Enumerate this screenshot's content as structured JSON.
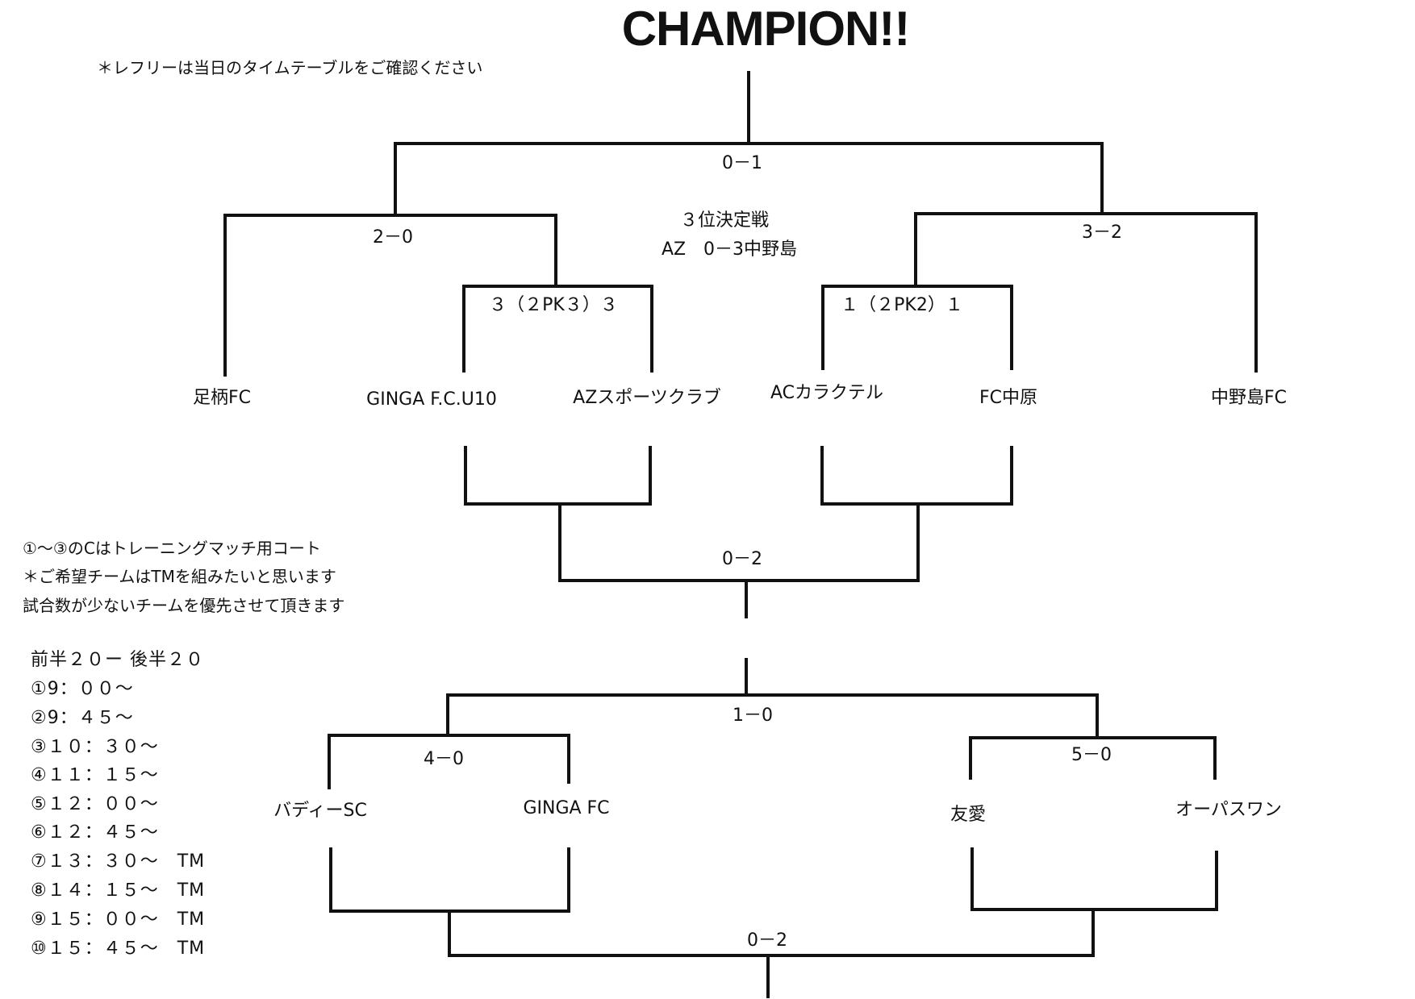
{
  "title": "CHAMPION!!",
  "referee_note": "＊レフリーは当日のタイムテーブルをご確認ください",
  "upper_bracket": {
    "final_score": "0－1",
    "third_place": {
      "label": "３位決定戦",
      "result": "AZ　0－3中野島"
    },
    "left_semi_score": "2－0",
    "right_semi_score": "3－2",
    "left_qf_score": "３（２PK３）３",
    "right_qf_score": "１（２PK2）１",
    "teams": [
      "足柄FC",
      "GINGA F.C.U10",
      "AZスポーツクラブ",
      "ACカラクテル",
      "FC中原",
      "中野島FC"
    ],
    "consolation_score": "0－2"
  },
  "lower_bracket": {
    "final_score": "1－0",
    "left_score": "4－0",
    "right_score": "5－0",
    "teams": [
      "バディーSC",
      "GINGA FC",
      "友愛",
      "オーパスワン"
    ],
    "consolation_score": "0－2"
  },
  "court_notes": [
    "①～③のCはトレーニングマッチ用コート",
    "＊ご希望チームはTMを組みたいと思います",
    "試合数が少ないチームを優先させて頂きます"
  ],
  "schedule": {
    "header": "前半２０ー 後半２０",
    "slots": [
      "①9：００～",
      "②9：４５～",
      "③１０：３０～",
      "④１１：１５～",
      "⑤１２：００～",
      "⑥１２：４５～",
      "⑦１３：３０～　TM",
      "⑧１４：１５～　TM",
      "⑨１５：００～　TM",
      "⑩１５：４５～　TM"
    ]
  }
}
